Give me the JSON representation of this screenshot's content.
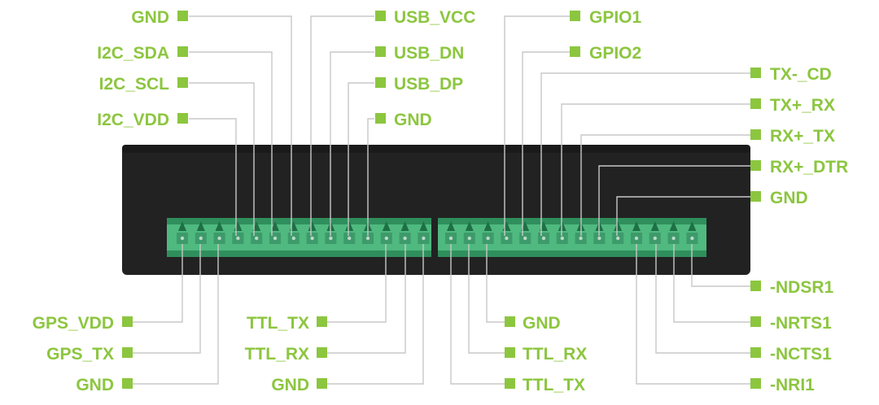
{
  "diagram": {
    "device": "terminal-block-pinout",
    "accent_color": "#8cc63f",
    "body_color": "#222222",
    "terminal_color": "#4fb97f",
    "top_left_labels": [
      "GND",
      "I2C_SDA",
      "I2C_SCL",
      "I2C_VDD"
    ],
    "top_mid_labels": [
      "USB_VCC",
      "USB_DN",
      "USB_DP",
      "GND"
    ],
    "top_gpio_labels": [
      "GPIO1",
      "GPIO2"
    ],
    "top_right_labels": [
      "TX-_CD",
      "TX+_RX",
      "RX+_TX",
      "RX+_DTR",
      "GND"
    ],
    "bottom_left_labels": [
      "GPS_VDD",
      "GPS_TX",
      "GND"
    ],
    "bottom_mid_labels": [
      "TTL_TX",
      "TTL_RX",
      "GND"
    ],
    "bottom_center_labels": [
      "GND",
      "TTL_RX",
      "TTL_TX"
    ],
    "bottom_right_labels": [
      "-NDSR1",
      "-NRTS1",
      "-NCTS1",
      "-NRI1"
    ]
  }
}
